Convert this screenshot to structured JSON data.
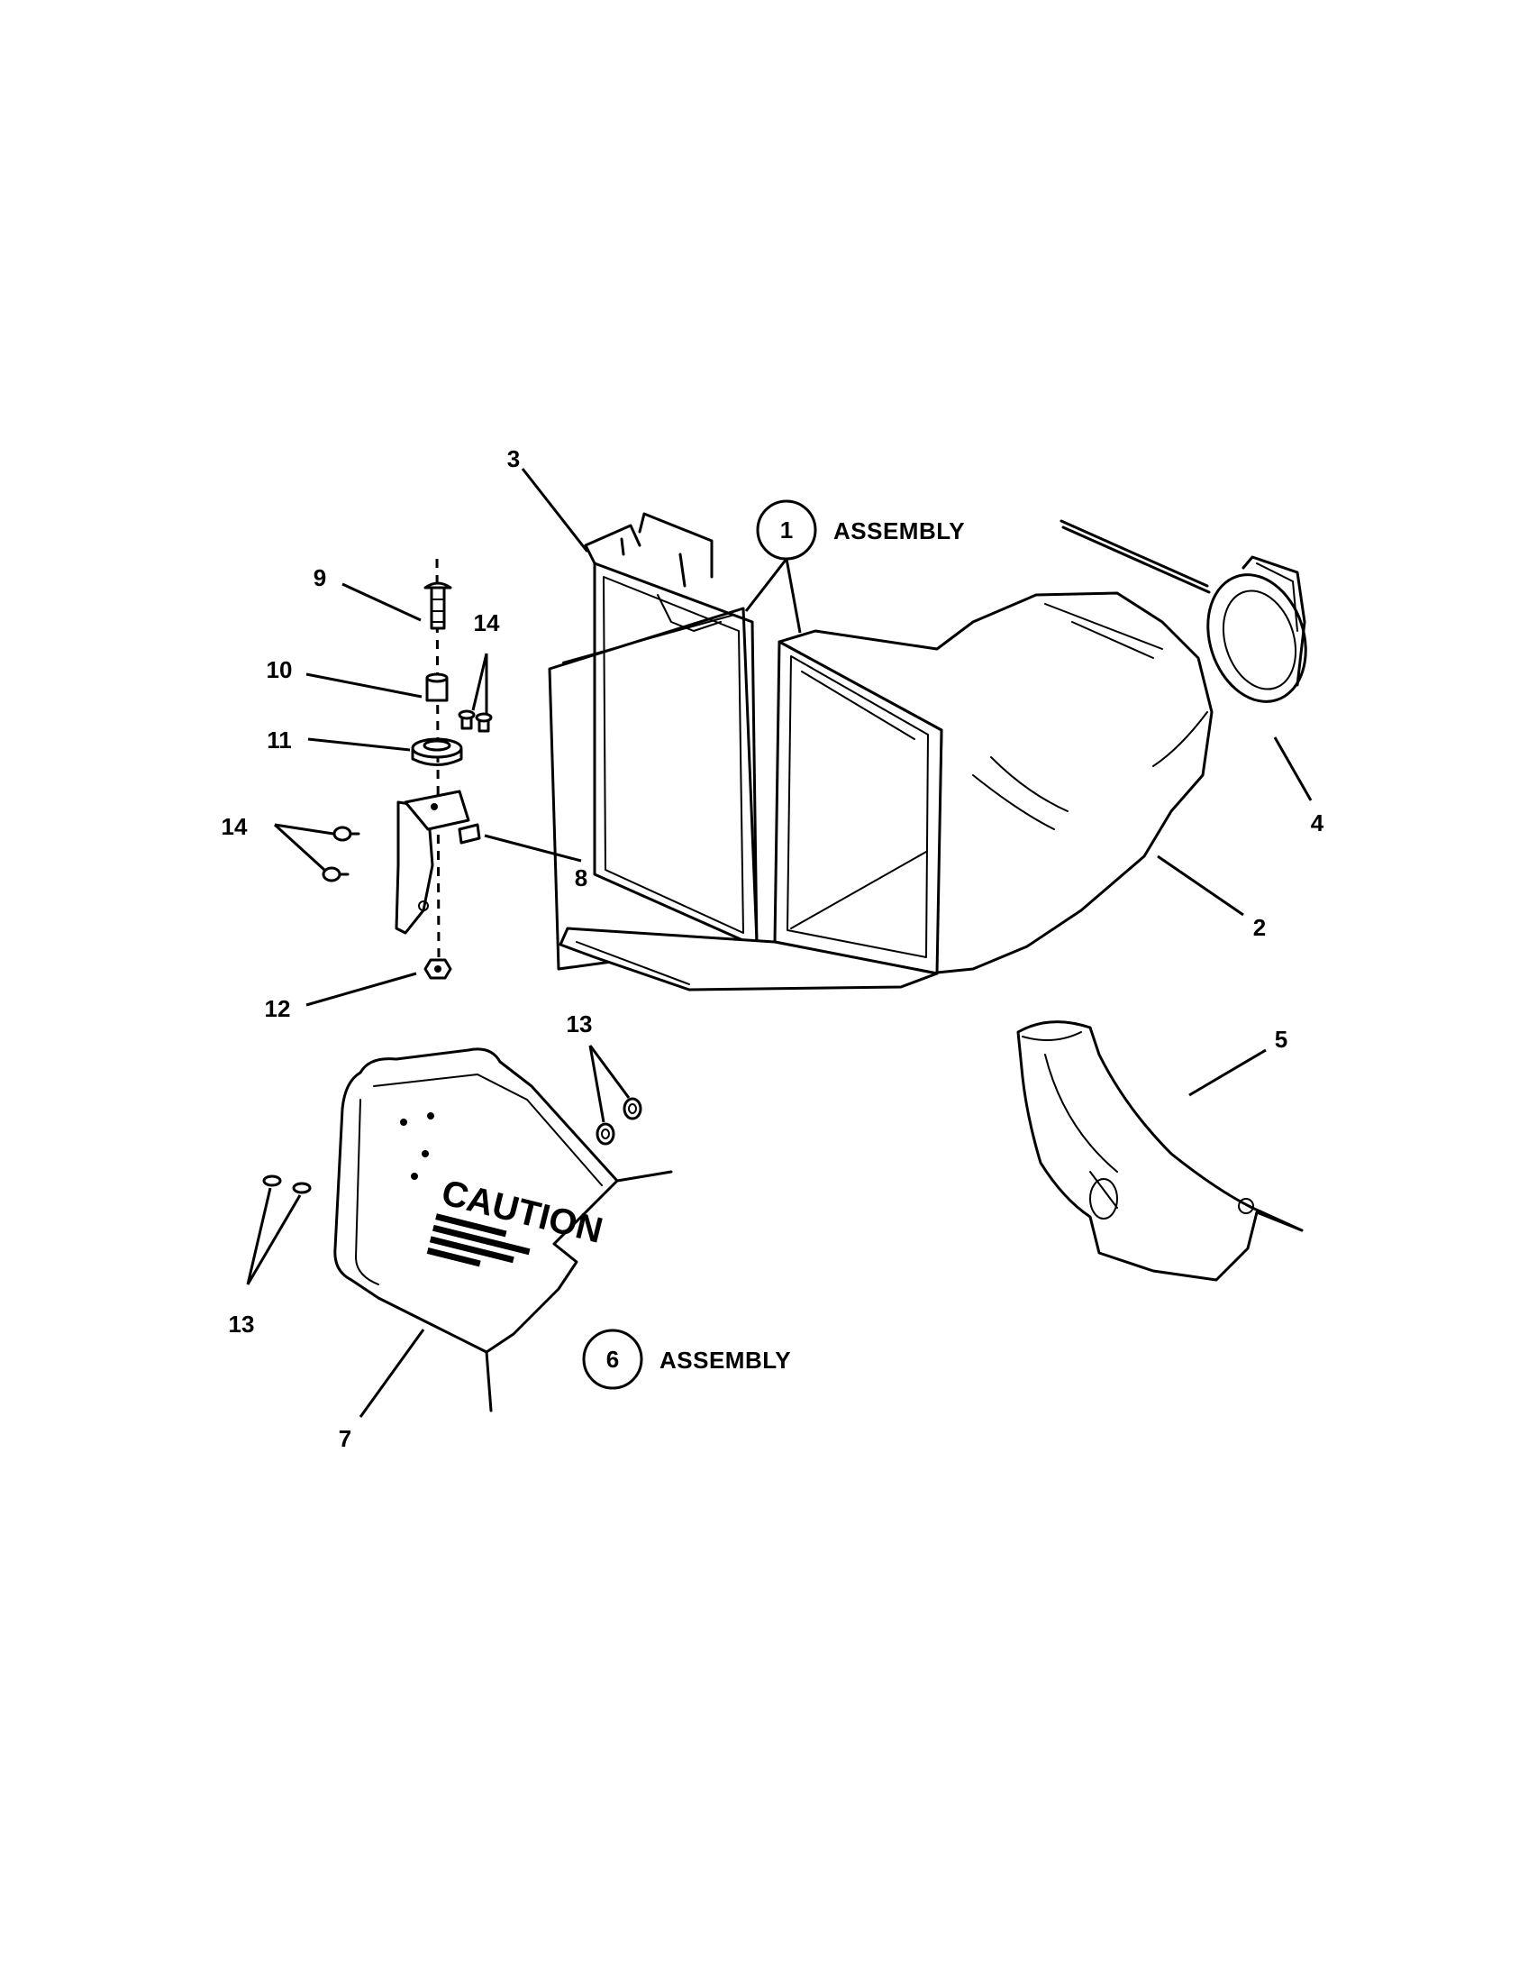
{
  "callouts": {
    "c1": "1",
    "c2": "2",
    "c3": "3",
    "c4": "4",
    "c5": "5",
    "c6": "6",
    "c7": "7",
    "c8": "8",
    "c9": "9",
    "c10": "10",
    "c11": "11",
    "c12": "12",
    "c13a": "13",
    "c13b": "13",
    "c14a": "14",
    "c14b": "14"
  },
  "assembly_labels": {
    "a1": "ASSEMBLY",
    "a6": "ASSEMBLY"
  },
  "decal": {
    "heading": "CAUTION"
  }
}
